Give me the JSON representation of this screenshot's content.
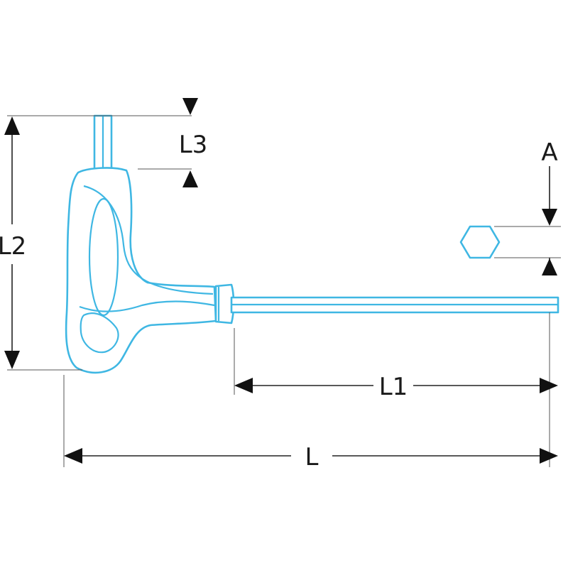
{
  "colors": {
    "outline": "#3fb7e3",
    "dimension": "#111111",
    "background": "#ffffff"
  },
  "dimensions": {
    "L": "L",
    "L1": "L1",
    "L2": "L2",
    "L3": "L3",
    "A": "A"
  }
}
